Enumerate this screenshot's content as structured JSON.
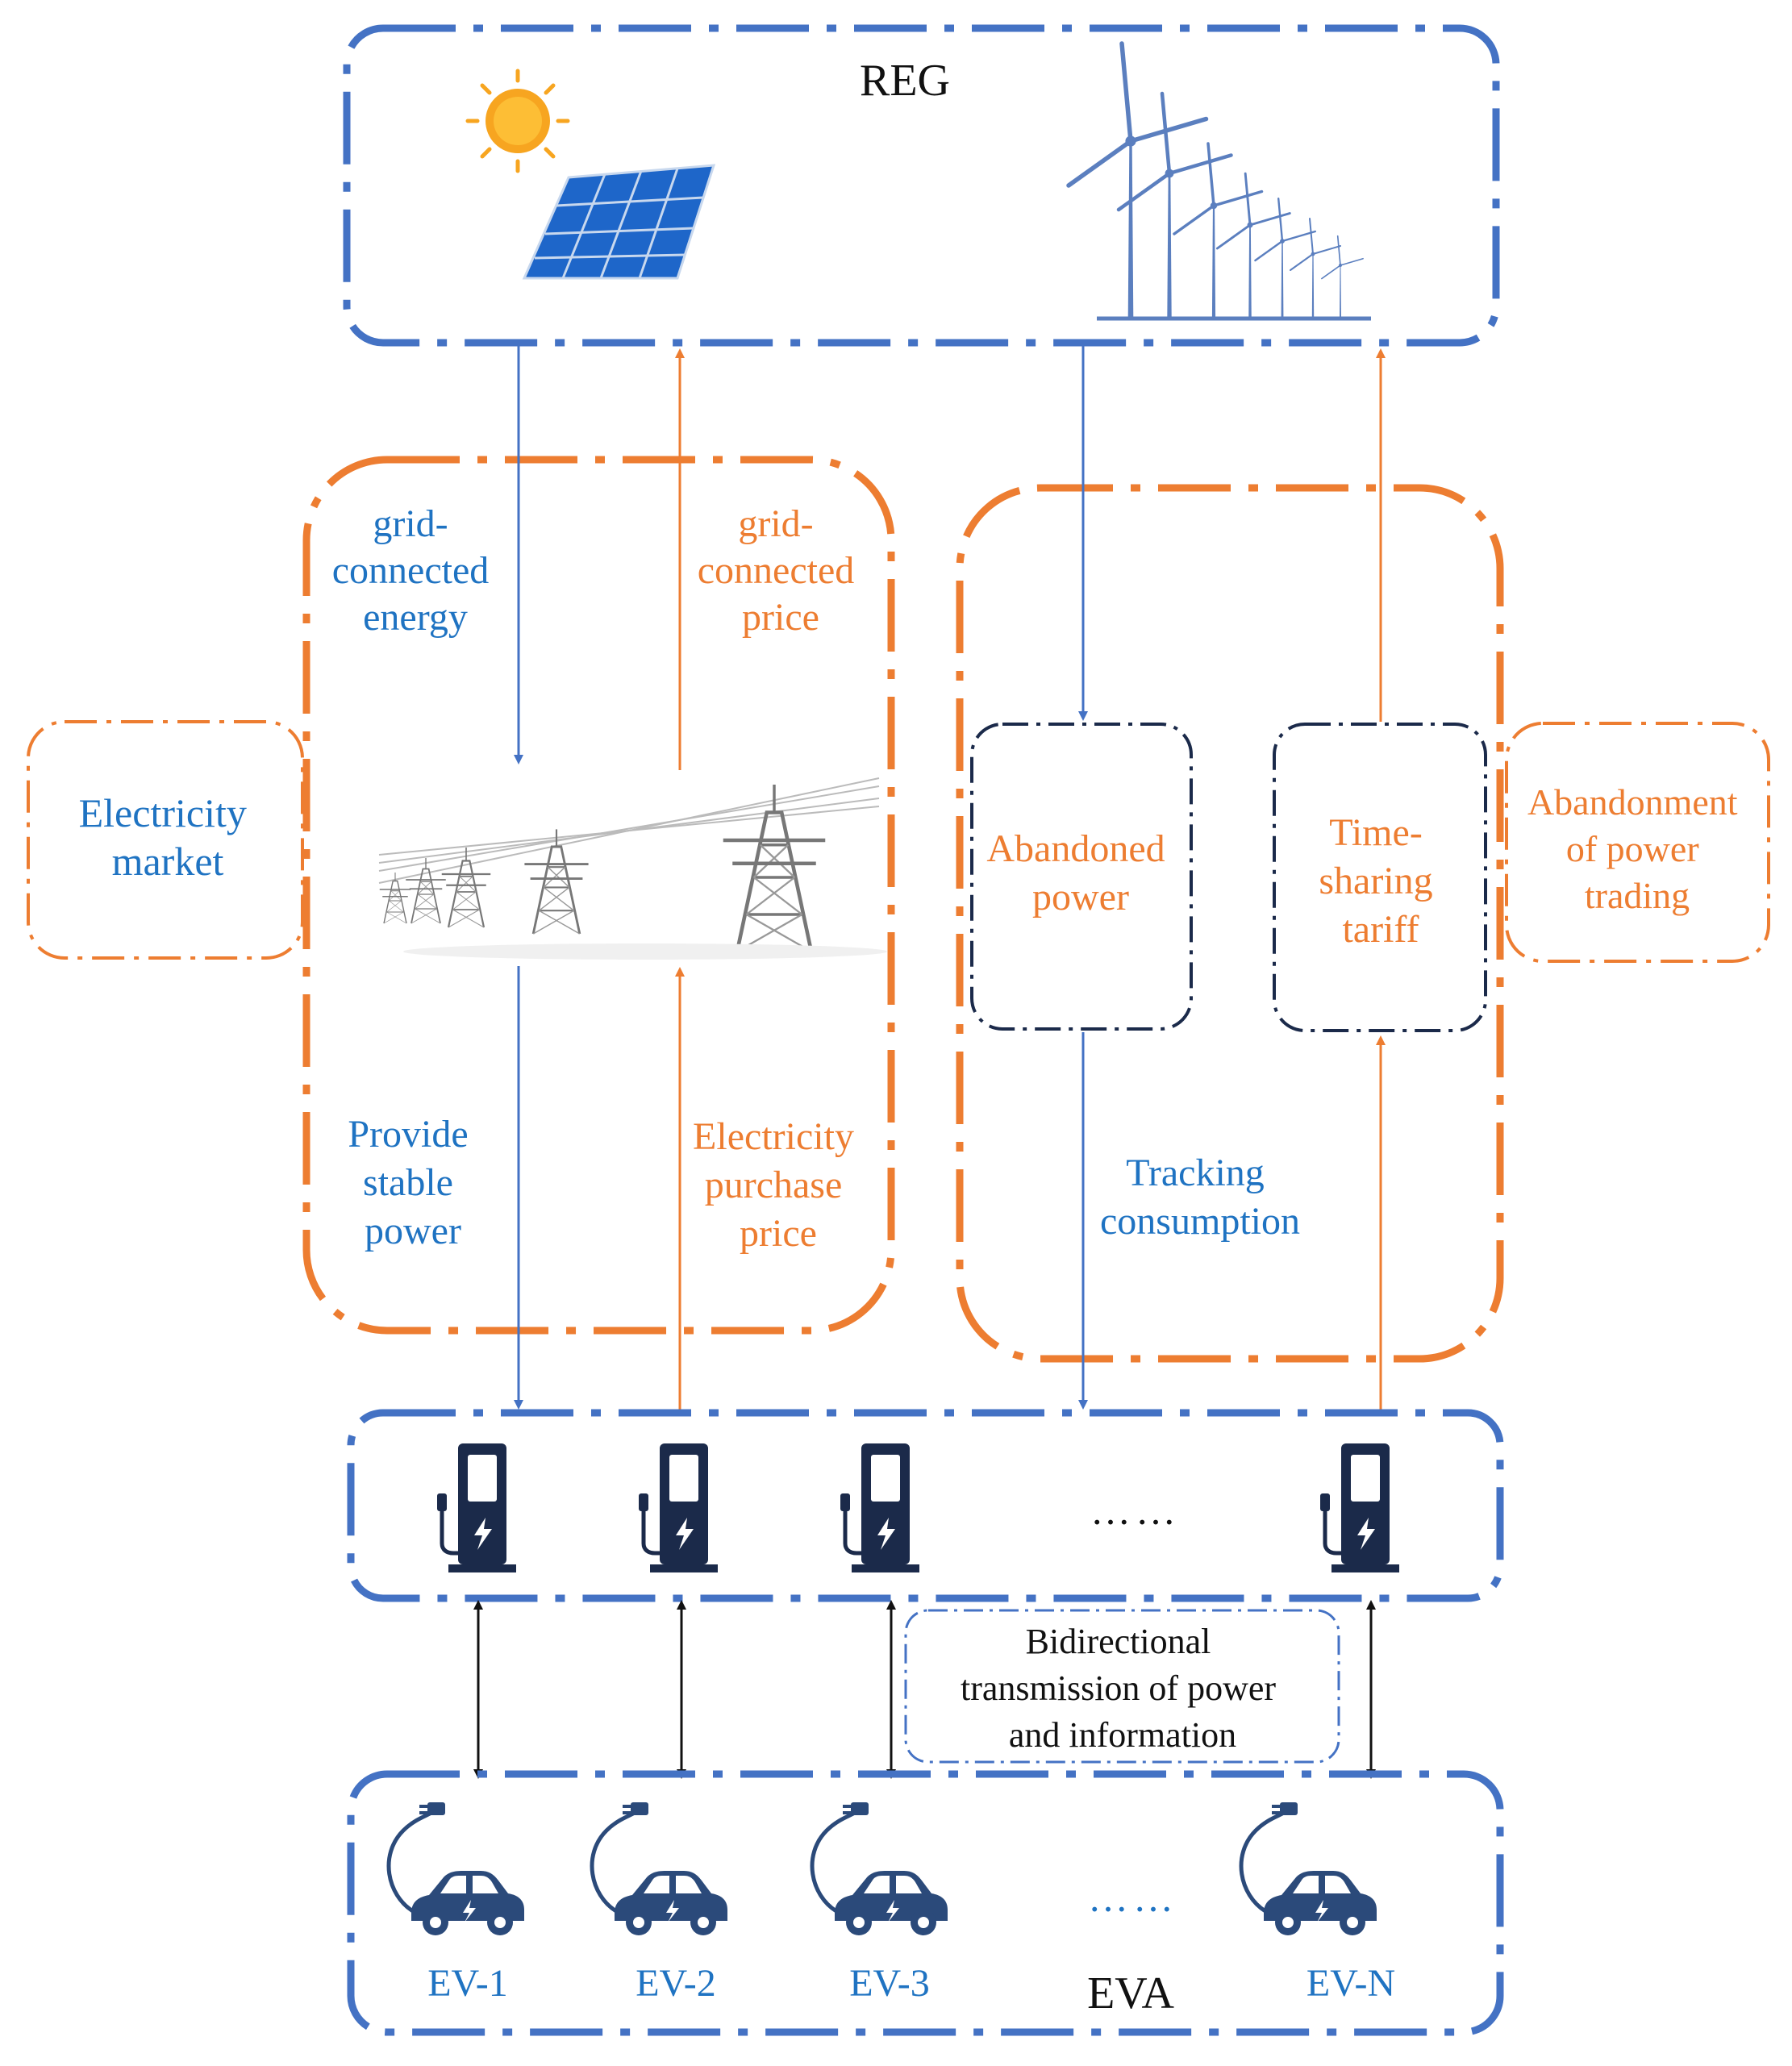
{
  "reg": {
    "title": "REG"
  },
  "grid_box": {
    "energy_label": [
      "grid-",
      "connected",
      "energy"
    ],
    "price_label": [
      "grid-",
      "connected",
      "price"
    ],
    "stable_label": [
      "Provide",
      "stable",
      "power"
    ],
    "purchase_label": [
      "Electricity",
      "purchase",
      "price"
    ]
  },
  "market": {
    "label": [
      "Electricity",
      "market"
    ]
  },
  "consumption_box": {
    "abandoned_power": [
      "Abandoned",
      "power"
    ],
    "time_sharing": [
      "Time-",
      "sharing",
      "tariff"
    ],
    "tracking": [
      "Tracking",
      "consumption"
    ]
  },
  "trading": {
    "label": [
      "Abandonment",
      "of power",
      "trading"
    ]
  },
  "stations": {
    "ellipsis": "……"
  },
  "bidirectional": {
    "label": [
      "Bidirectional",
      "transmission of power",
      "and information"
    ]
  },
  "eva": {
    "title": "EVA",
    "evs": [
      "EV-1",
      "EV-2",
      "EV-3",
      "EV-N"
    ],
    "ellipsis": "……"
  },
  "colors": {
    "blue_frame": "#4472C4",
    "orange_frame": "#ED7D31",
    "blue_text": "#1F73C2",
    "orange_text": "#ED7D31",
    "navy_icon": "#1B2A4A",
    "dark_frame": "#1B2A4A"
  }
}
